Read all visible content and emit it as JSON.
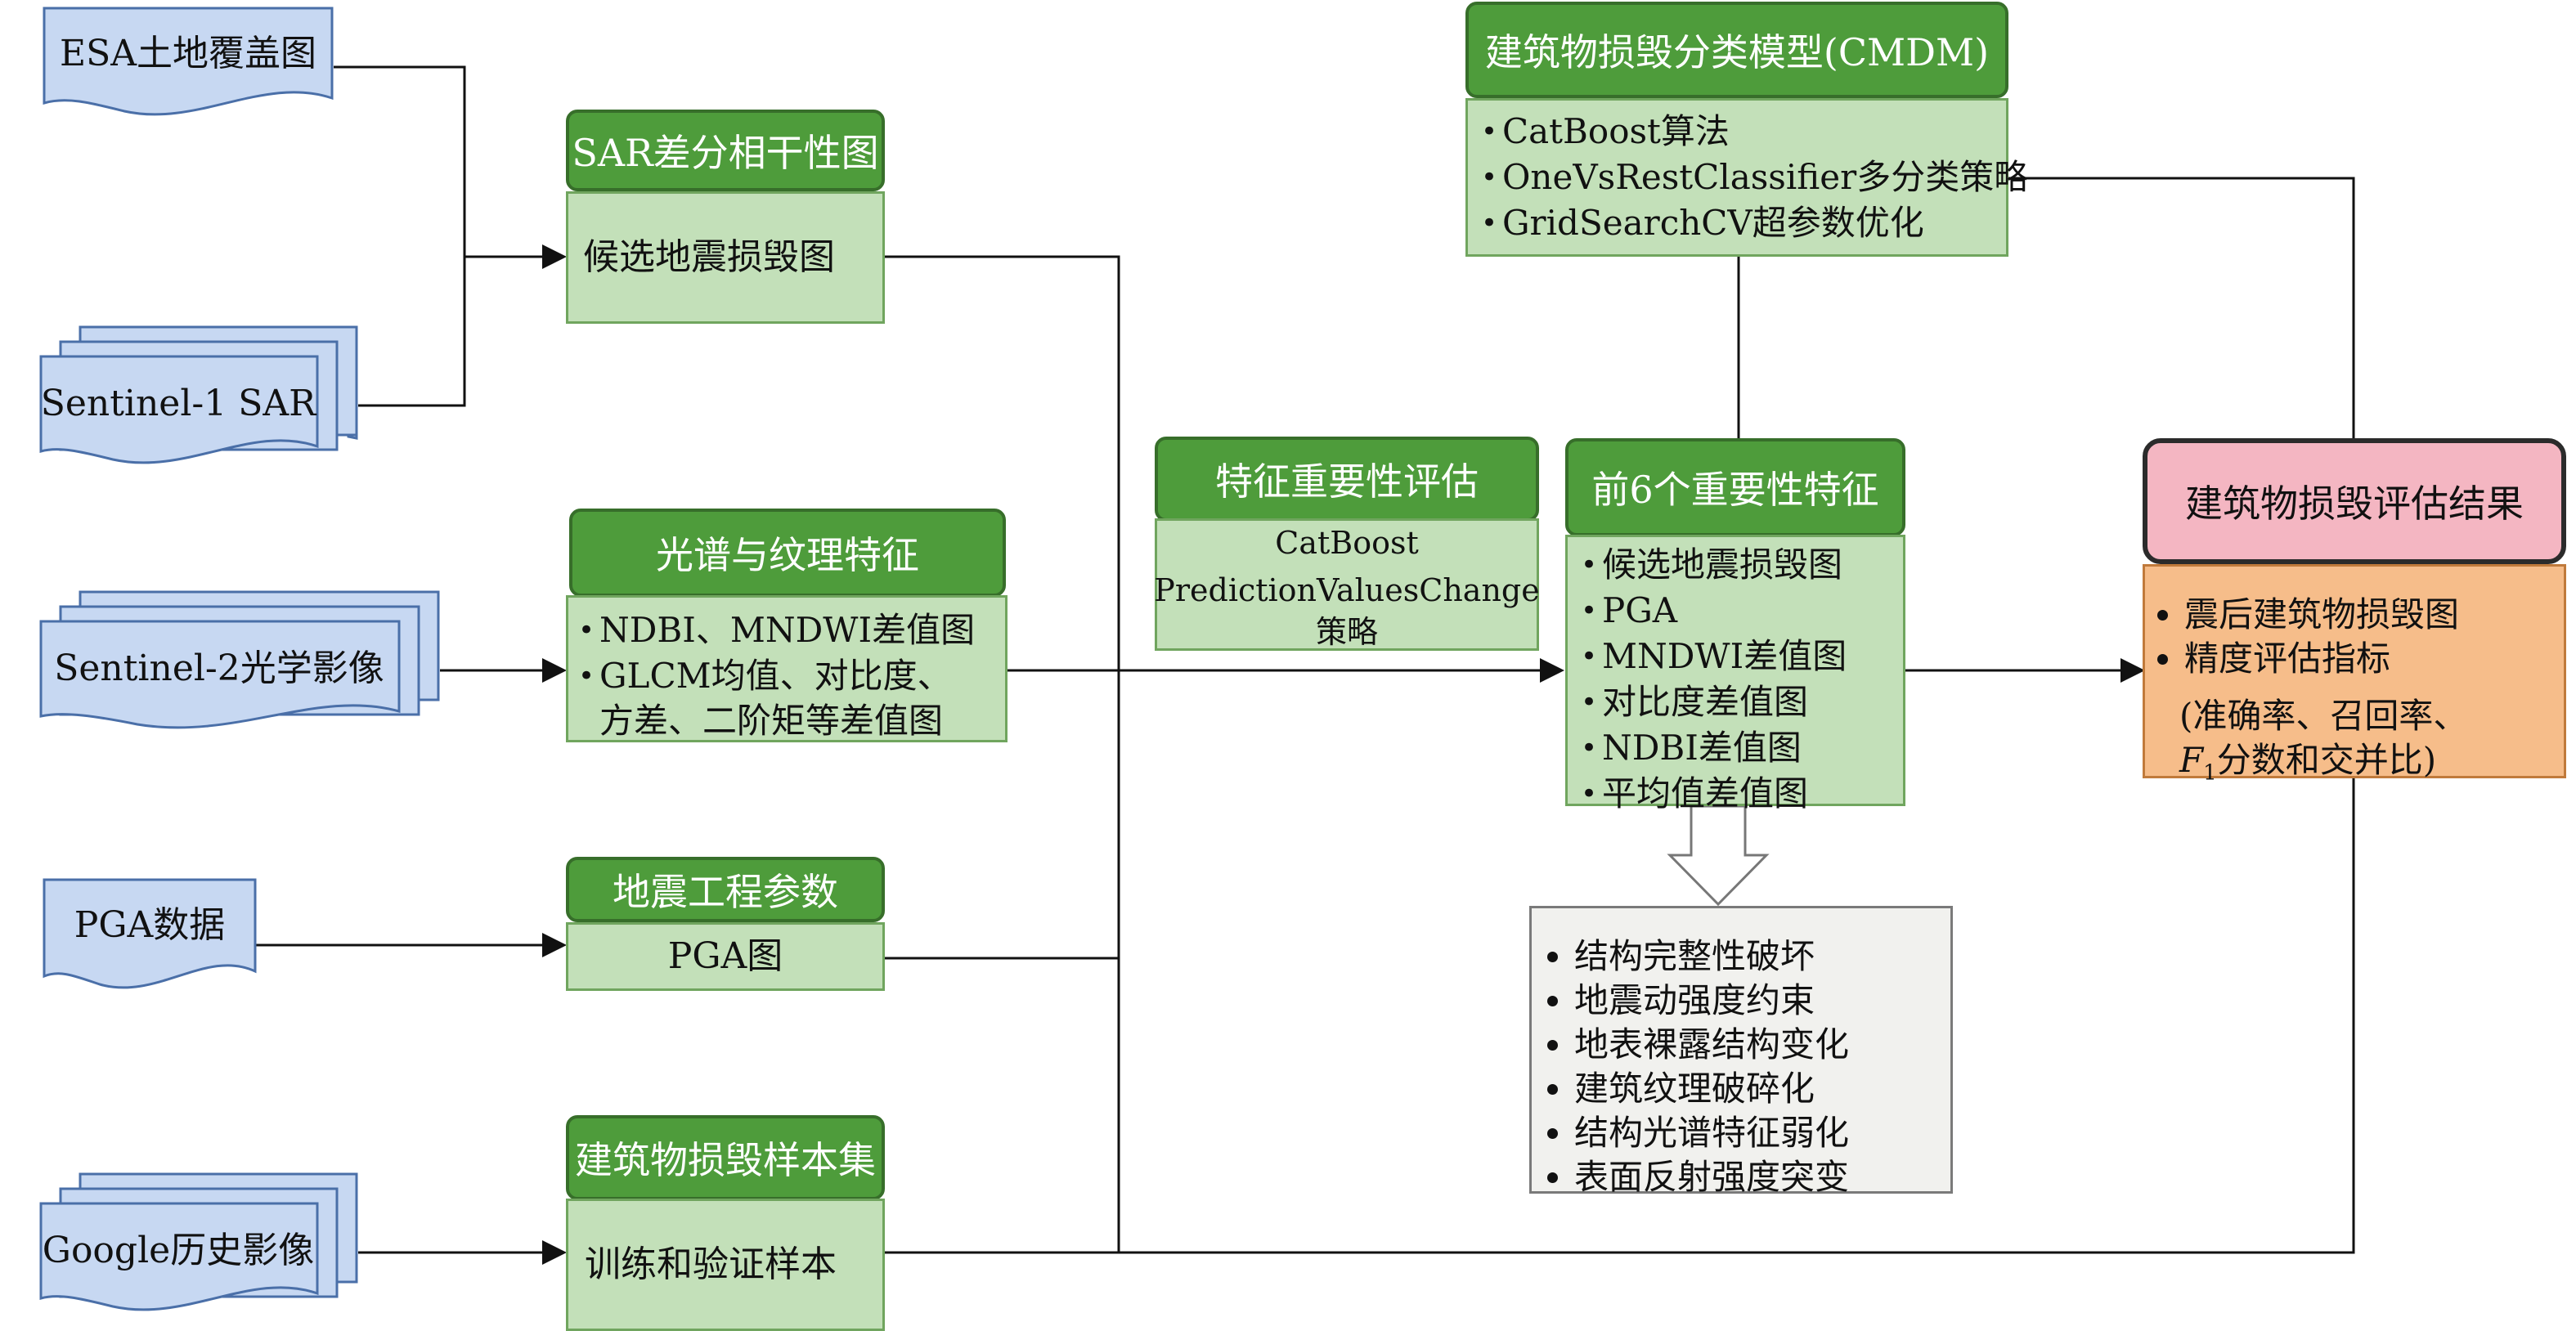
{
  "colors": {
    "header_green": "#4e9c3b",
    "body_green": "#c3e0b9",
    "source_blue": "#c7d8f2",
    "result_pink": "#f4b6c2",
    "result_orange": "#f6bd8a",
    "note_grey": "#f1f1ee"
  },
  "sources": {
    "esa": "ESA土地覆盖图",
    "s1": "Sentinel-1 SAR",
    "s2": "Sentinel-2光学影像",
    "pga": "PGA数据",
    "google": "Google历史影像"
  },
  "sar_node": {
    "title": "SAR差分相干性图",
    "body": "候选地震损毁图"
  },
  "spectral_node": {
    "title": "光谱与纹理特征",
    "items": [
      "NDBI、MNDWI差值图",
      "GLCM均值、对比度、"
    ],
    "continuation": "方差、二阶矩等差值图"
  },
  "quake_node": {
    "title": "地震工程参数",
    "body": "PGA图"
  },
  "sample_node": {
    "title": "建筑物损毁样本集",
    "body": "训练和验证样本"
  },
  "importance_node": {
    "title": "特征重要性评估",
    "lines": [
      "CatBoost",
      "PredictionValuesChange",
      "策略"
    ]
  },
  "model_node": {
    "title": "建筑物损毁分类模型(CMDM)",
    "items": [
      "CatBoost算法",
      "OneVsRestClassifier多分类策略",
      "GridSearchCV超参数优化"
    ]
  },
  "top6_node": {
    "title": "前6个重要性特征",
    "items": [
      "候选地震损毁图",
      "PGA",
      "MNDWI差值图",
      "对比度差值图",
      "NDBI差值图",
      "平均值差值图"
    ]
  },
  "interpretation": {
    "items": [
      "结构完整性破坏",
      "地震动强度约束",
      "地表裸露结构变化",
      "建筑纹理破碎化",
      "结构光谱特征弱化",
      "表面反射强度突变"
    ]
  },
  "result_node": {
    "title": "建筑物损毁评估结果",
    "items": [
      "震后建筑物损毁图",
      "精度评估指标"
    ],
    "continuation1": "(准确率、召回率、",
    "f_symbol": "F",
    "f_subscript": "1",
    "continuation2": "分数和交并比)"
  }
}
